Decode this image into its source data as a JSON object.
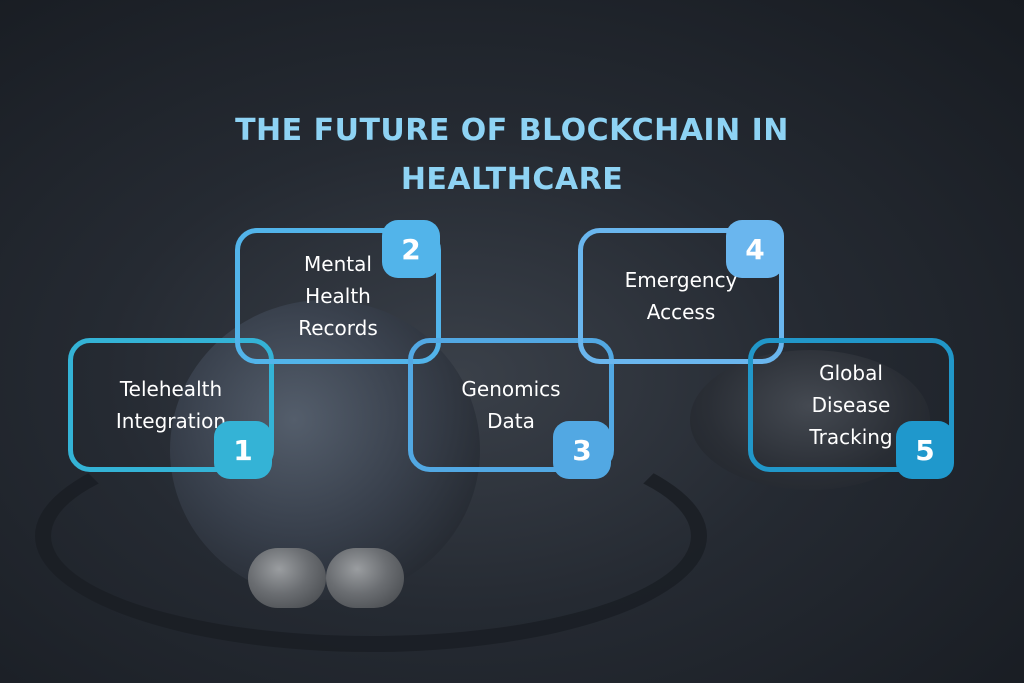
{
  "title": {
    "line1": "THE FUTURE OF BLOCKCHAIN IN",
    "line2": "HEALTHCARE"
  },
  "steps": [
    {
      "number": "1",
      "lines": [
        "Telehealth",
        "Integration"
      ]
    },
    {
      "number": "2",
      "lines": [
        "Mental",
        "Health",
        "Records"
      ]
    },
    {
      "number": "3",
      "lines": [
        "Genomics",
        "Data"
      ]
    },
    {
      "number": "4",
      "lines": [
        "Emergency",
        "Access"
      ]
    },
    {
      "number": "5",
      "lines": [
        "Global",
        "Disease",
        "Tracking"
      ]
    }
  ],
  "colors": {
    "title": "#8ed3f4",
    "step1": "#34b3d6",
    "step2": "#52b4ea",
    "step3": "#52a8e3",
    "step4": "#6ab6ee",
    "step5": "#1f98cc"
  }
}
